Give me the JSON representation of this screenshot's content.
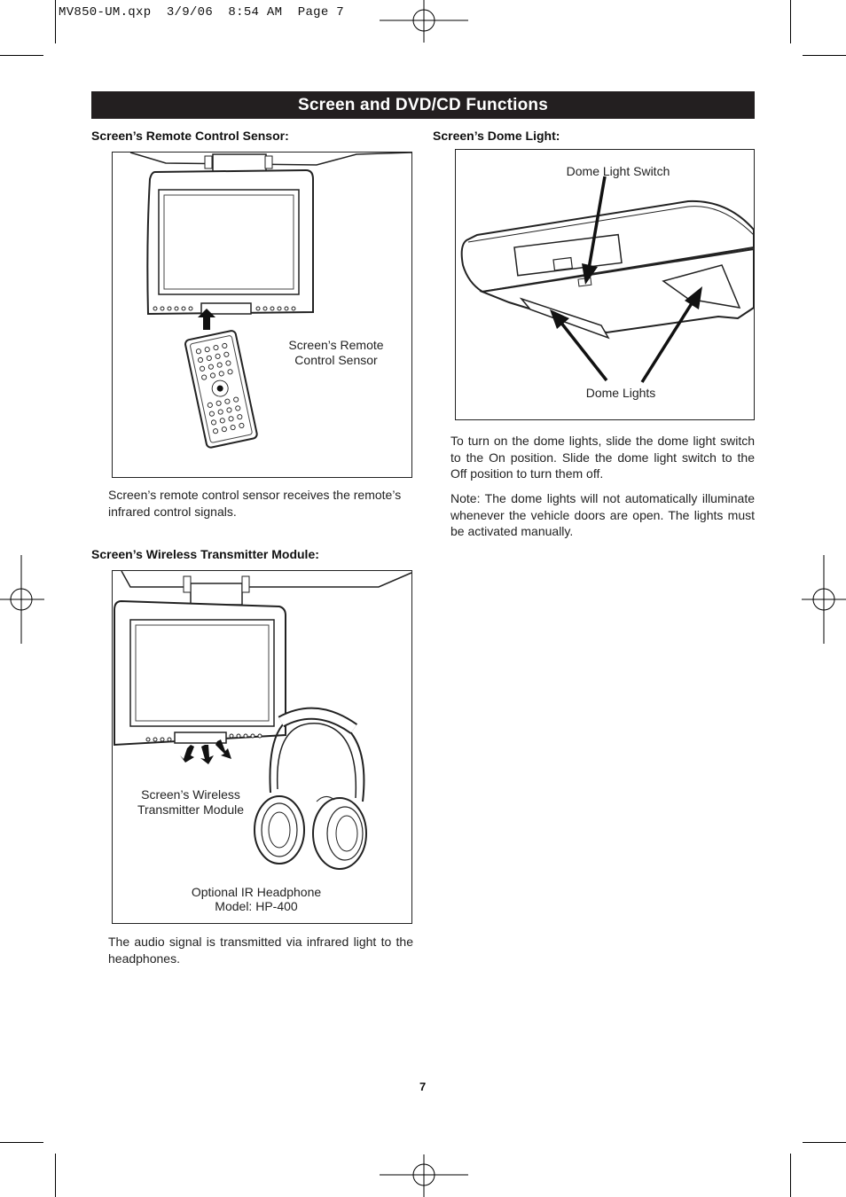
{
  "print_slug": "MV850-UM.qxp  3/9/06  8:54 AM  Page 7",
  "banner_title": "Screen and DVD/CD Functions",
  "sections": {
    "remote_sensor": {
      "heading": "Screen’s Remote Control Sensor:",
      "callout_line1": "Screen’s Remote",
      "callout_line2": "Control Sensor",
      "body": "Screen’s remote control sensor receives the remote’s infrared control signals."
    },
    "transmitter": {
      "heading": "Screen’s Wireless Transmitter Module:",
      "callout_line1": "Screen’s Wireless",
      "callout_line2": "Transmitter Module",
      "headphone_line1": "Optional IR Headphone",
      "headphone_line2": "Model: HP-400",
      "body": "The audio signal is transmitted via infrared light to the headphones."
    },
    "dome_light": {
      "heading": "Screen’s Dome Light:",
      "switch_label": "Dome Light Switch",
      "lights_label": "Dome Lights",
      "body1": "To turn on the dome lights, slide the dome light switch to the On position. Slide the dome light switch to the Off position to turn them off.",
      "body2": "Note: The dome lights will not automatically illuminate whenever the vehicle doors are open. The lights must be activated manually."
    }
  },
  "page_number": "7"
}
